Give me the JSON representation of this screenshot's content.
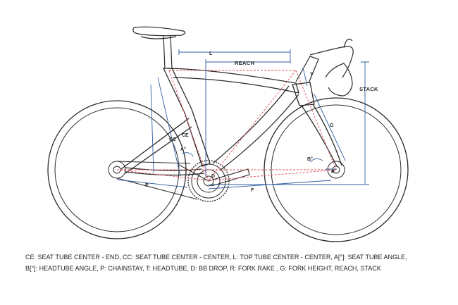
{
  "labels": {
    "l": "L",
    "reach": "REACH",
    "stack": "STACK",
    "t": "T",
    "g": "G",
    "cc": "CC",
    "ce": "CE",
    "a": "A°",
    "b": "B°",
    "r": "R",
    "d": "D",
    "p": "P",
    "f": "F"
  },
  "caption": "CE: SEAT TUBE CENTER - END, CC: SEAT TUBE CENTER - CENTER, L: TOP TUBE CENTER - CENTER, A[°]: SEAT TUBE ANGLE, B[°]: HEADTUBE ANGLE, P: CHAINSTAY, T: HEADTUBE, D: BB DROP, R: FORK RAKE , G: FORK HEIGHT, REACH, STACK",
  "colors": {
    "frame": "#2b2b2b",
    "dimension": "#2f5f9f",
    "reference": "#e0505a"
  }
}
